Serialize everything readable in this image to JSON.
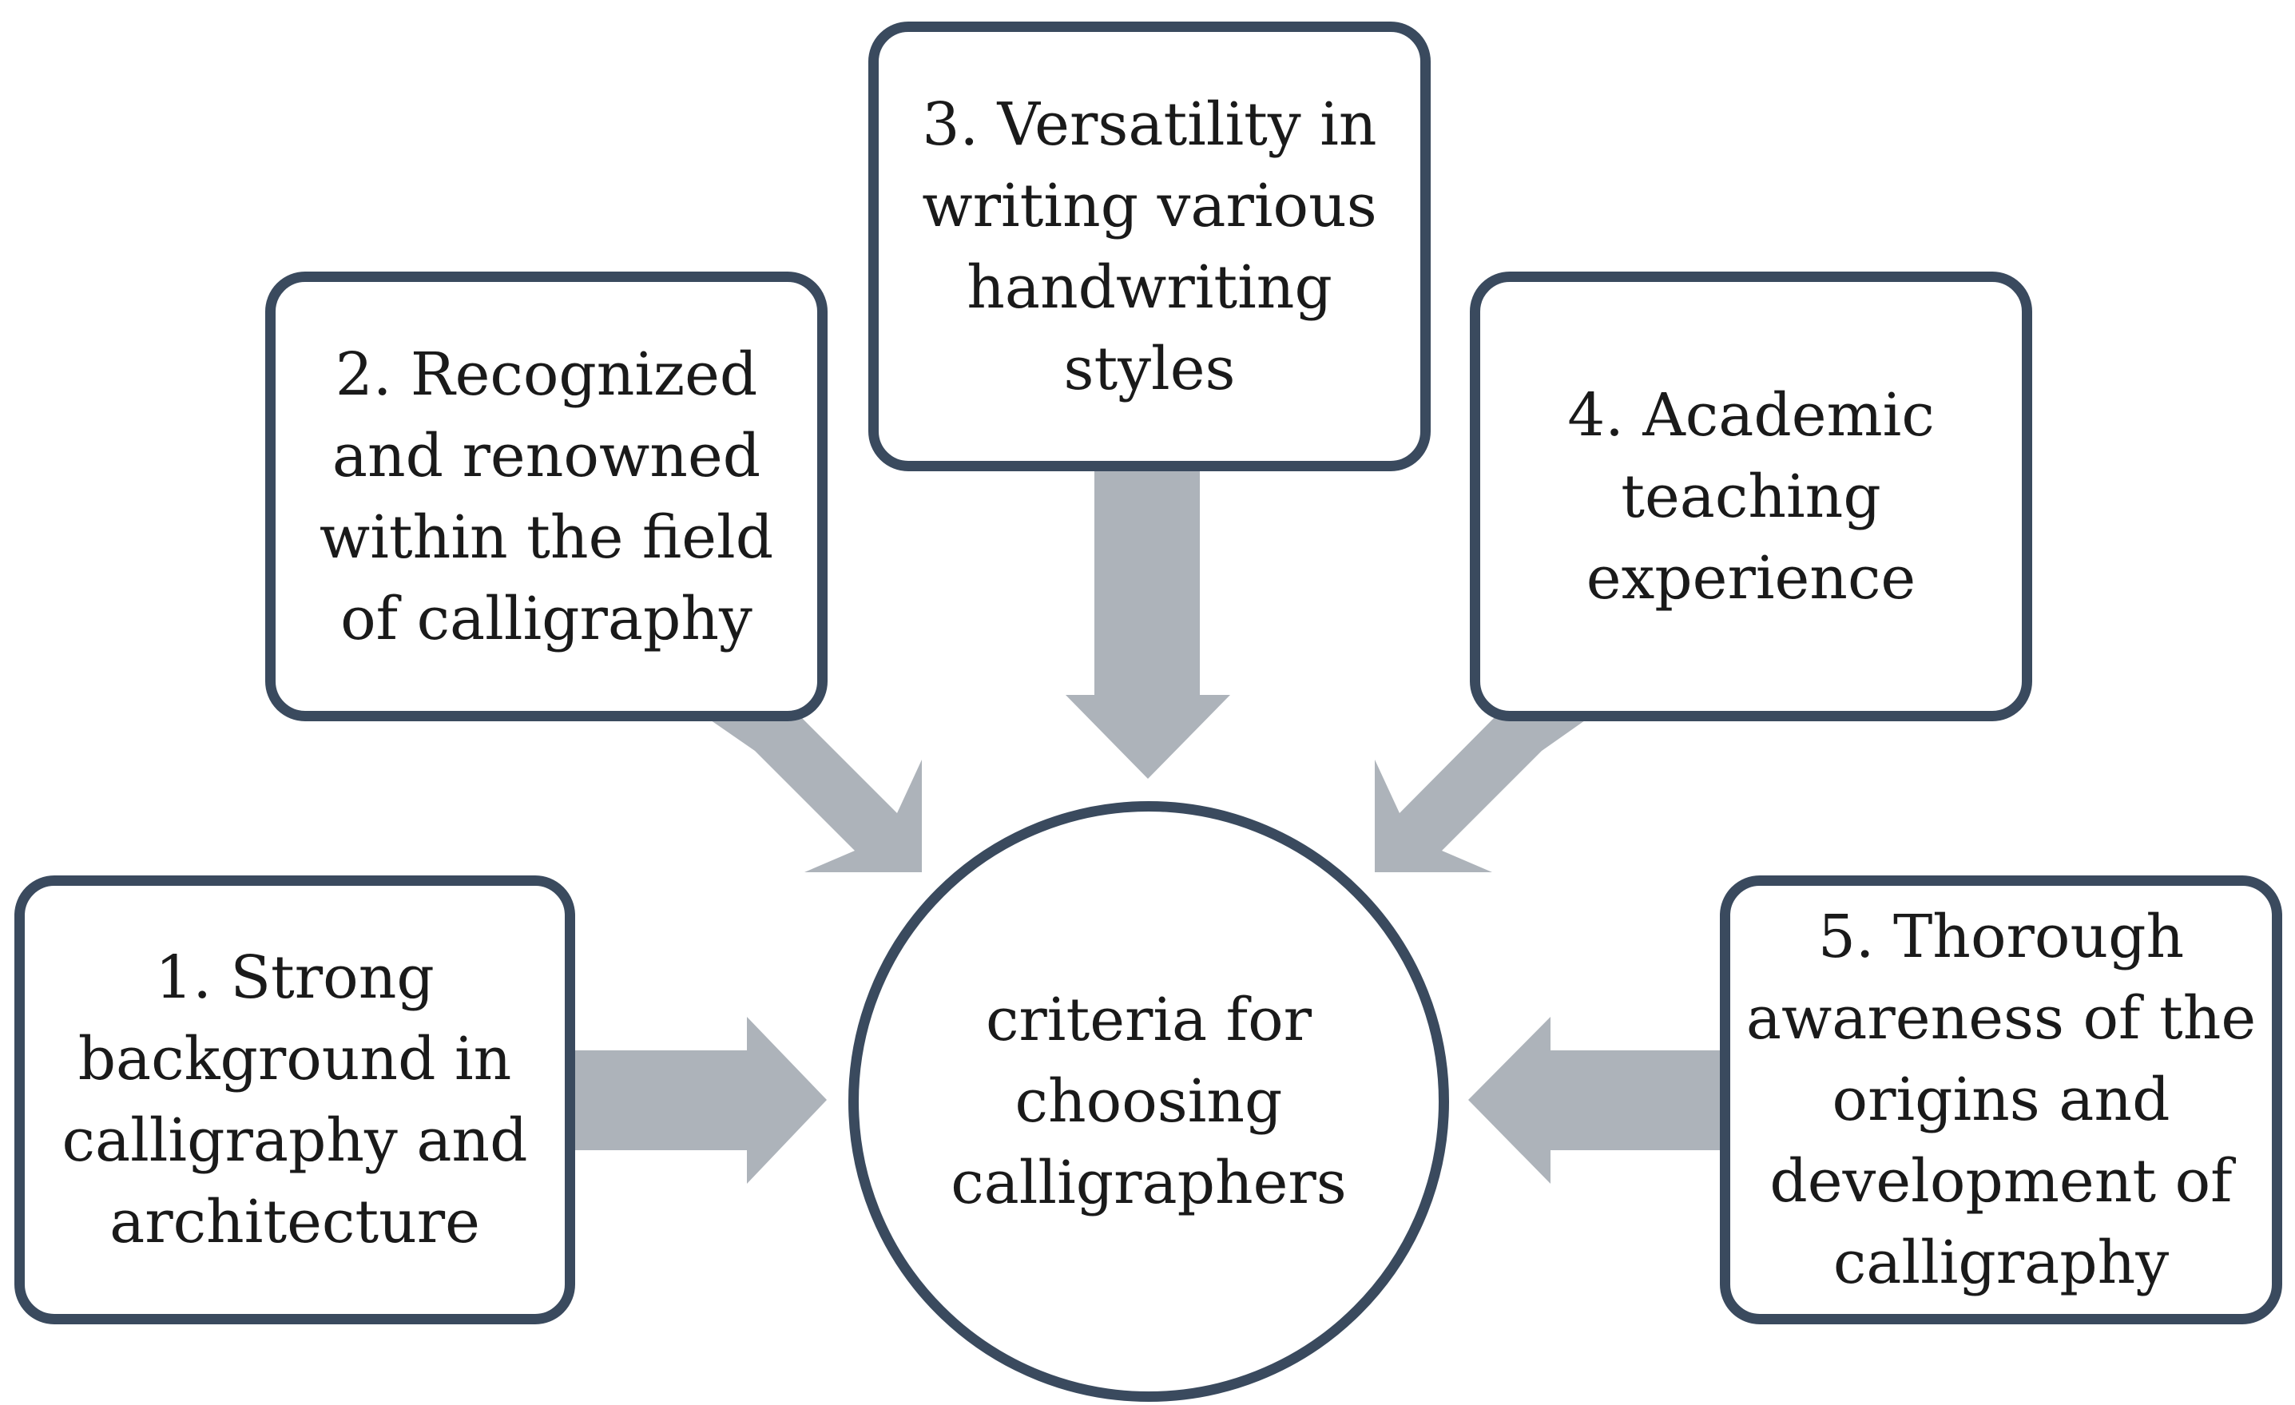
{
  "colors": {
    "border": "#3a4a5e",
    "arrow": "#adb3ba",
    "text": "#1a1a1a",
    "background": "#ffffff"
  },
  "center": {
    "lines": [
      "criteria for",
      "choosing",
      "calligraphers"
    ]
  },
  "criteria": [
    {
      "lines": [
        "1. Strong",
        "background in",
        "calligraphy and",
        "architecture"
      ]
    },
    {
      "lines": [
        "2. Recognized",
        "and renowned",
        "within the field",
        "of calligraphy"
      ]
    },
    {
      "lines": [
        "3. Versatility in",
        "writing various",
        "handwriting",
        "styles"
      ]
    },
    {
      "lines": [
        "4. Academic",
        "teaching",
        "experience"
      ]
    },
    {
      "lines": [
        "5. Thorough",
        "awareness of the",
        "origins and",
        "development of",
        "calligraphy"
      ]
    }
  ]
}
